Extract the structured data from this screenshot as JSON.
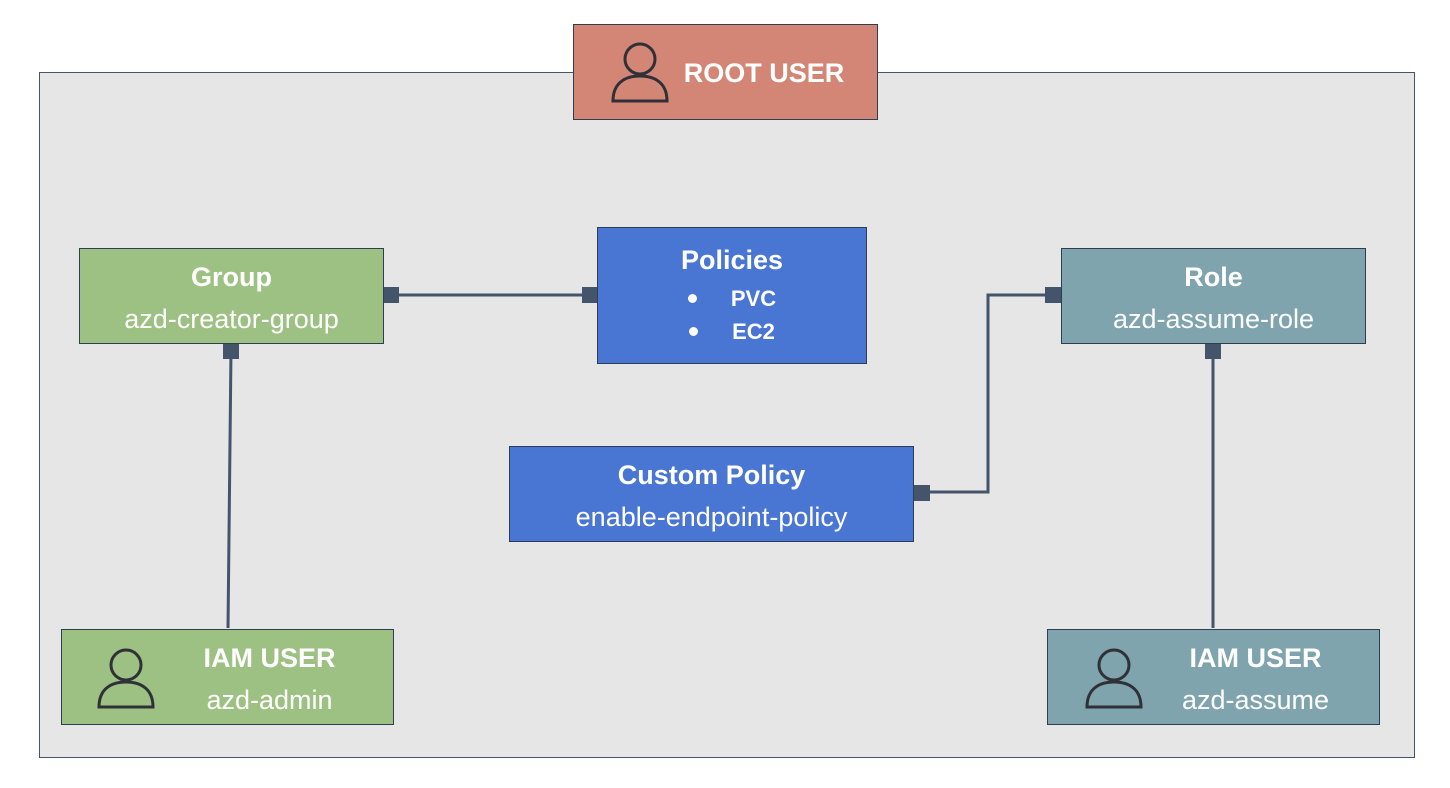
{
  "root": {
    "label": "ROOT USER",
    "icon": "user-icon"
  },
  "group": {
    "title": "Group",
    "name": "azd-creator-group"
  },
  "policies": {
    "title": "Policies",
    "items": [
      "PVC",
      "EC2"
    ]
  },
  "custom_policy": {
    "title": "Custom Policy",
    "name": "enable-endpoint-policy"
  },
  "role": {
    "title": "Role",
    "name": "azd-assume-role"
  },
  "iam_admin": {
    "title": "IAM USER",
    "name": "azd-admin",
    "icon": "user-icon"
  },
  "iam_assume": {
    "title": "IAM USER",
    "name": "azd-assume",
    "icon": "user-icon"
  },
  "colors": {
    "green": "#9dc183",
    "blue": "#4a76d3",
    "teal": "#7fa4ae",
    "salmon": "#d38676",
    "line": "#44546a",
    "frame": "#e6e6e6"
  }
}
